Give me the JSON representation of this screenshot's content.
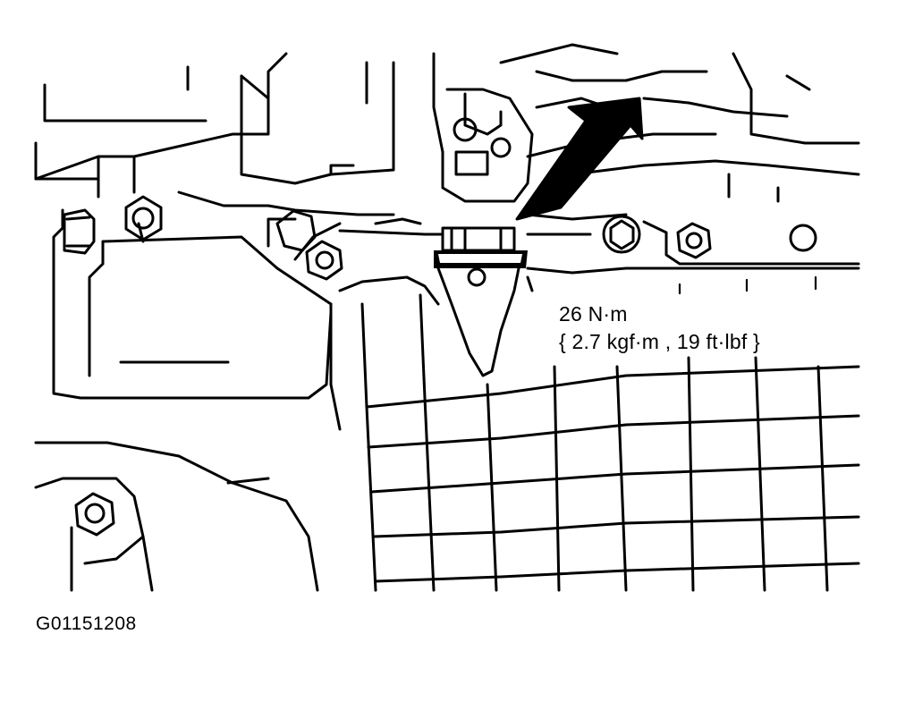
{
  "diagram": {
    "torque_value": "26 N·m",
    "torque_conversion": "{ 2.7 kgf·m , 19 ft·lbf }",
    "figure_code": "G01151208"
  }
}
